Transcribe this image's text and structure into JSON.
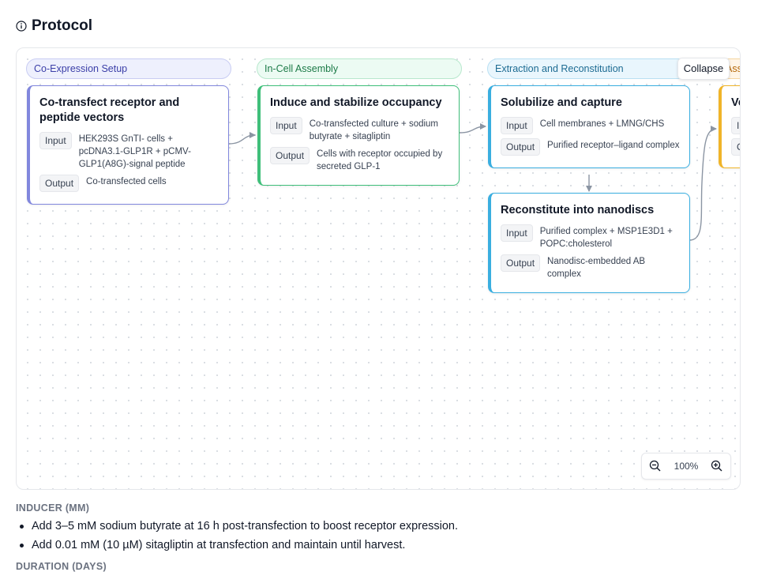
{
  "header": {
    "title": "Protocol",
    "icon": "info-icon"
  },
  "canvas": {
    "lanes": [
      {
        "label": "Co-Expression Setup",
        "color": "#3b3fa8"
      },
      {
        "label": "In-Cell Assembly",
        "color": "#1c7a47"
      },
      {
        "label": "Extraction and Reconstitution",
        "color": "#1d6b92"
      },
      {
        "label": "Ass",
        "color": "#b5680a"
      }
    ],
    "collapse_label": "Collapse",
    "nodes": [
      {
        "title": "Co-transfect receptor and peptide vectors",
        "input_label": "Input",
        "input": "HEK293S GnTI- cells + pcDNA3.1-GLP1R + pCMV-GLP1(A8G)-signal peptide",
        "output_label": "Output",
        "output": "Co-transfected cells"
      },
      {
        "title": "Induce and stabilize occupancy",
        "input_label": "Input",
        "input": "Co-transfected culture + sodium butyrate + sitagliptin",
        "output_label": "Output",
        "output": "Cells with receptor occupied by secreted GLP-1"
      },
      {
        "title": "Solubilize and capture",
        "input_label": "Input",
        "input": "Cell membranes + LMNG/CHS",
        "output_label": "Output",
        "output": "Purified receptor–ligand complex"
      },
      {
        "title": "Reconstitute into nanodiscs",
        "input_label": "Input",
        "input": "Purified complex + MSP1E3D1 + POPC:cholesterol",
        "output_label": "Output",
        "output": "Nanodisc-embedded AB complex"
      },
      {
        "title": "Ve",
        "input_label": "I",
        "output_label": "O"
      }
    ],
    "zoom": {
      "level": "100%",
      "zoom_out_icon": "zoom-out-icon",
      "zoom_in_icon": "zoom-in-icon"
    }
  },
  "details": {
    "inducer_label": "INDUCER (MM)",
    "inducer_items": [
      "Add 3–5 mM sodium butyrate at 16 h post-transfection to boost receptor expression.",
      "Add 0.01 mM (10 µM) sitagliptin at transfection and maintain until harvest."
    ],
    "duration_label": "DURATION (DAYS)"
  }
}
